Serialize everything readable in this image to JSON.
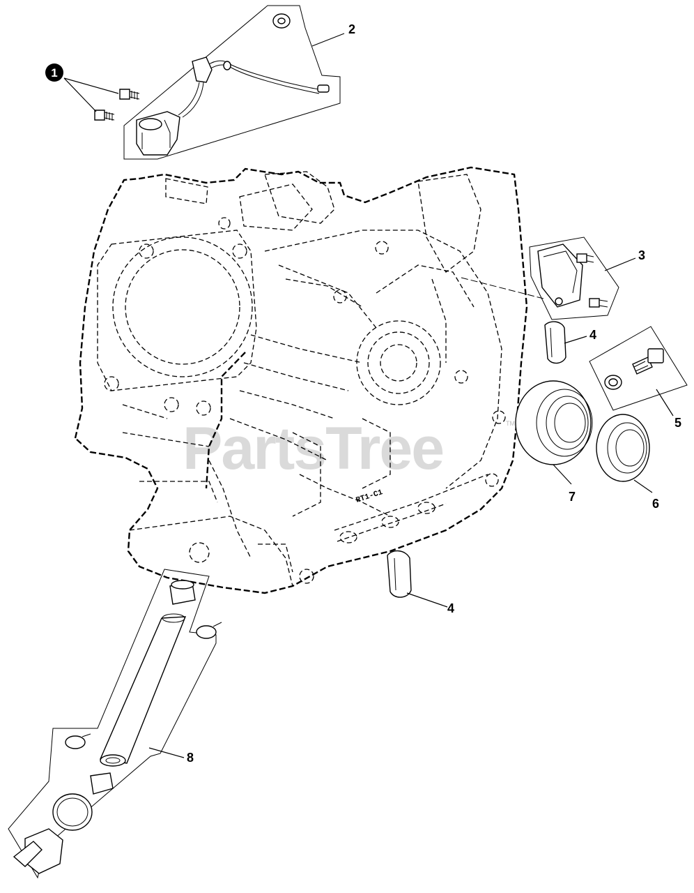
{
  "callouts": {
    "c1": "1",
    "c2": "2",
    "c3": "3",
    "c4a": "4",
    "c4b": "4",
    "c5": "5",
    "c6": "6",
    "c7": "7",
    "c8": "8"
  },
  "part_marking": "RT1-C1",
  "watermark": {
    "text": "PartsTree",
    "trademark": "TM"
  }
}
